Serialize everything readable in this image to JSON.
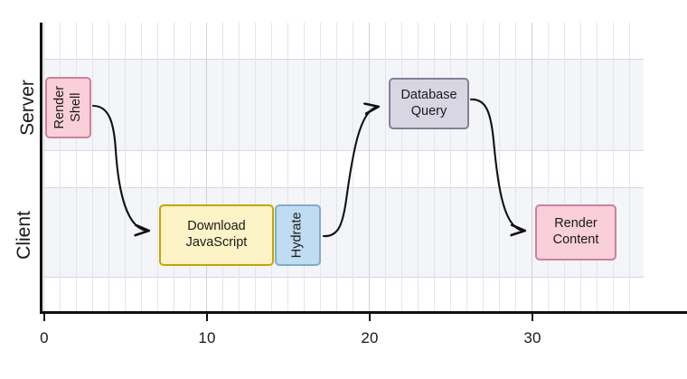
{
  "chart_data": {
    "type": "gantt",
    "title": "",
    "xlabel": "",
    "ylabel": "",
    "xlim": [
      0,
      37.8
    ],
    "x_ticks": [
      0,
      10,
      20,
      30
    ],
    "x_tick_labels": [
      "0",
      "10",
      "20",
      "30"
    ],
    "grid": true,
    "grid_interval": 1,
    "rows": [
      "Server",
      "Client"
    ],
    "tasks": [
      {
        "label": "Render Shell",
        "label_lines": [
          "Render",
          "Shell"
        ],
        "row": "Server",
        "start": 0.1,
        "end": 2.9,
        "duration": 2.8,
        "fill": "#f9cfda",
        "stroke": "#cc8198",
        "orientation": "vertical"
      },
      {
        "label": "Download JavaScript",
        "label_lines": [
          "Download",
          "JavaScript"
        ],
        "row": "Client",
        "start": 7.1,
        "end": 14.1,
        "duration": 7.0,
        "fill": "#fcf3c6",
        "stroke": "#c8a400",
        "orientation": "horizontal"
      },
      {
        "label": "Hydrate",
        "label_lines": [
          "Hydrate"
        ],
        "row": "Client",
        "start": 14.2,
        "end": 17.0,
        "duration": 2.8,
        "fill": "#bfdcf0",
        "stroke": "#7fadcc",
        "orientation": "vertical"
      },
      {
        "label": "Database Query",
        "label_lines": [
          "Database",
          "Query"
        ],
        "row": "Server",
        "start": 21.2,
        "end": 26.1,
        "duration": 4.9,
        "fill": "#d9d6e3",
        "stroke": "#847e96",
        "orientation": "horizontal"
      },
      {
        "label": "Render Content",
        "label_lines": [
          "Render",
          "Content"
        ],
        "row": "Client",
        "start": 30.2,
        "end": 35.2,
        "duration": 5.0,
        "fill": "#f9cfda",
        "stroke": "#cc8198",
        "orientation": "horizontal"
      }
    ],
    "dependencies": [
      {
        "from": "Render Shell",
        "to": "Download JavaScript"
      },
      {
        "from": "Hydrate",
        "to": "Database Query"
      },
      {
        "from": "Database Query",
        "to": "Render Content"
      }
    ],
    "colors": {
      "band_fill": "#f4f5f8",
      "band_border": "#d6d8e0",
      "grid_minor": "#e3e5ec",
      "grid_major": "#ced1dd",
      "axis": "#111111",
      "arrow": "#111111",
      "text": "#1a1a1a"
    }
  },
  "axis": {
    "x_tick_labels": [
      "0",
      "10",
      "20",
      "30"
    ],
    "row_labels": [
      "Server",
      "Client"
    ]
  },
  "tasks": {
    "render_shell": {
      "line1": "Render",
      "line2": "Shell"
    },
    "download_js": {
      "line1": "Download",
      "line2": "JavaScript"
    },
    "hydrate": {
      "line1": "Hydrate"
    },
    "database_query": {
      "line1": "Database",
      "line2": "Query"
    },
    "render_content": {
      "line1": "Render",
      "line2": "Content"
    }
  }
}
